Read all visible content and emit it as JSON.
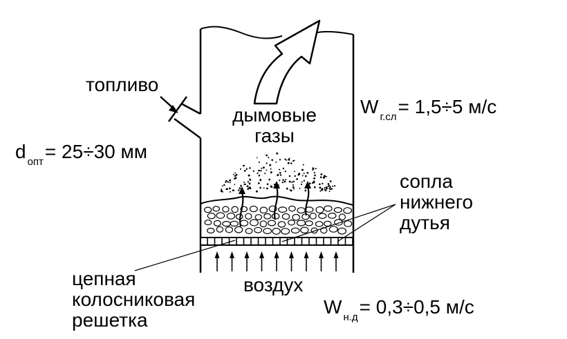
{
  "labels": {
    "fuel": "топливо",
    "flue_gases_line1": "дымовые",
    "flue_gases_line2": "газы",
    "d_symbol": "d",
    "d_sub": "опт",
    "d_value": "= 25÷30 мм",
    "wg_symbol": "W",
    "wg_sub": "г.сл",
    "wg_value": "= 1,5÷5 м/с",
    "nozzles_line1": "сопла",
    "nozzles_line2": "нижнего",
    "nozzles_line3": "дутья",
    "grate_line1": "цепная",
    "grate_line2": "колосниковая",
    "grate_line3": "решетка",
    "air": "воздух",
    "wn_symbol": "W",
    "wn_sub": "н.д",
    "wn_value": "= 0,3÷0,5 м/с"
  },
  "colors": {
    "ink": "#000000",
    "paper": "#ffffff"
  }
}
